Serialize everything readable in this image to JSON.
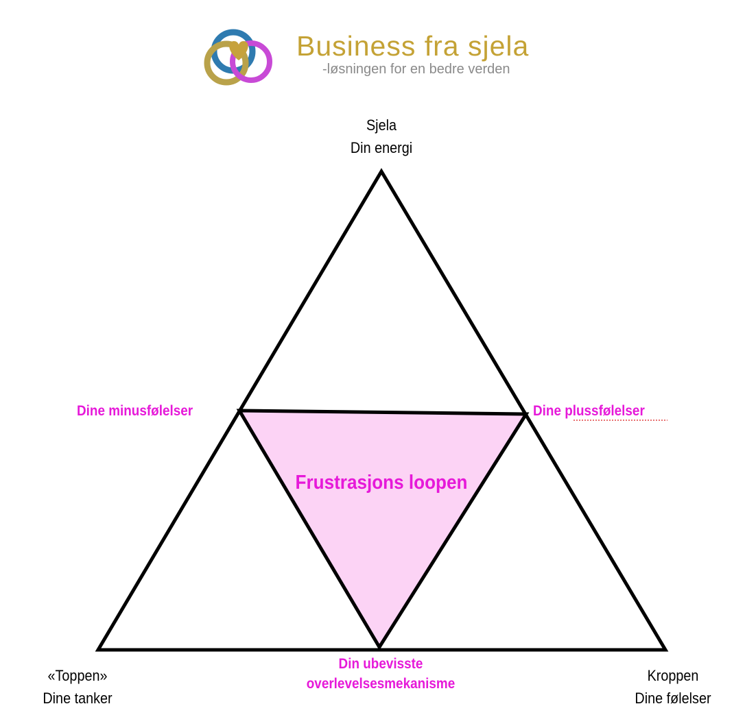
{
  "logo": {
    "title": "Business fra sjela",
    "tagline": "-løsningen for en bedre verden"
  },
  "diagram": {
    "top": {
      "line1": "Sjela",
      "line2": "Din energi"
    },
    "bottom_left": {
      "line1": "«Toppen»",
      "line2": "Dine tanker"
    },
    "bottom_right": {
      "line1": "Kroppen",
      "line2": "Dine følelser"
    },
    "left_mid": "Dine minusfølelser",
    "right_mid": "Dine plussfølelser",
    "center": "Frustrasjons loopen",
    "bottom_mid": {
      "line1": "Din ubevisste",
      "line2": "overlevelsesmekanisme"
    }
  },
  "colors": {
    "accent": "#e619d9",
    "inner_fill": "#fcd3f5",
    "brand": "#c4a235"
  }
}
